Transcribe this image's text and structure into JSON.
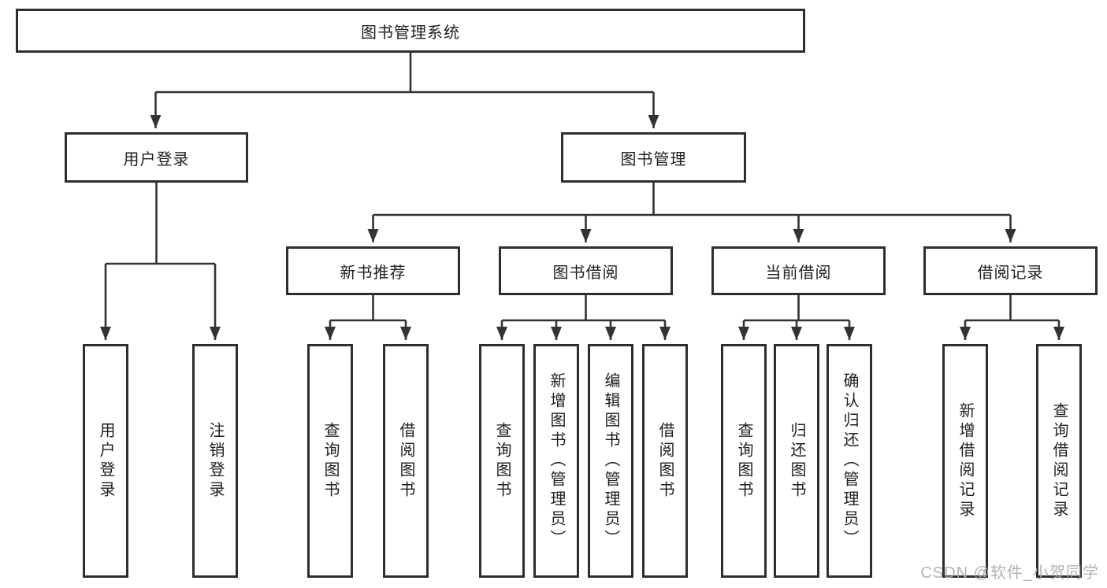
{
  "tree": {
    "root": "图书管理系统",
    "branches": [
      {
        "label": "用户登录",
        "children": [
          "用户登录",
          "注销登录"
        ]
      },
      {
        "label": "图书管理",
        "groups": [
          {
            "label": "新书推荐",
            "children": [
              "查询图书",
              "借阅图书"
            ]
          },
          {
            "label": "图书借阅",
            "children": [
              "查询图书",
              "新增图书（管理员）",
              "编辑图书（管理员）",
              "借阅图书"
            ]
          },
          {
            "label": "当前借阅",
            "children": [
              "查询图书",
              "归还图书",
              "确认归还（管理员）"
            ]
          },
          {
            "label": "借阅记录",
            "children": [
              "新增借阅记录",
              "查询借阅记录"
            ]
          }
        ]
      }
    ]
  },
  "watermark": {
    "text": "CSDN @软件_小贺同学"
  },
  "colors": {
    "line": "#333333",
    "box_border": "#2e2e2e",
    "text": "#1f1f1f",
    "watermark": "#ababab",
    "background": "#ffffff"
  }
}
